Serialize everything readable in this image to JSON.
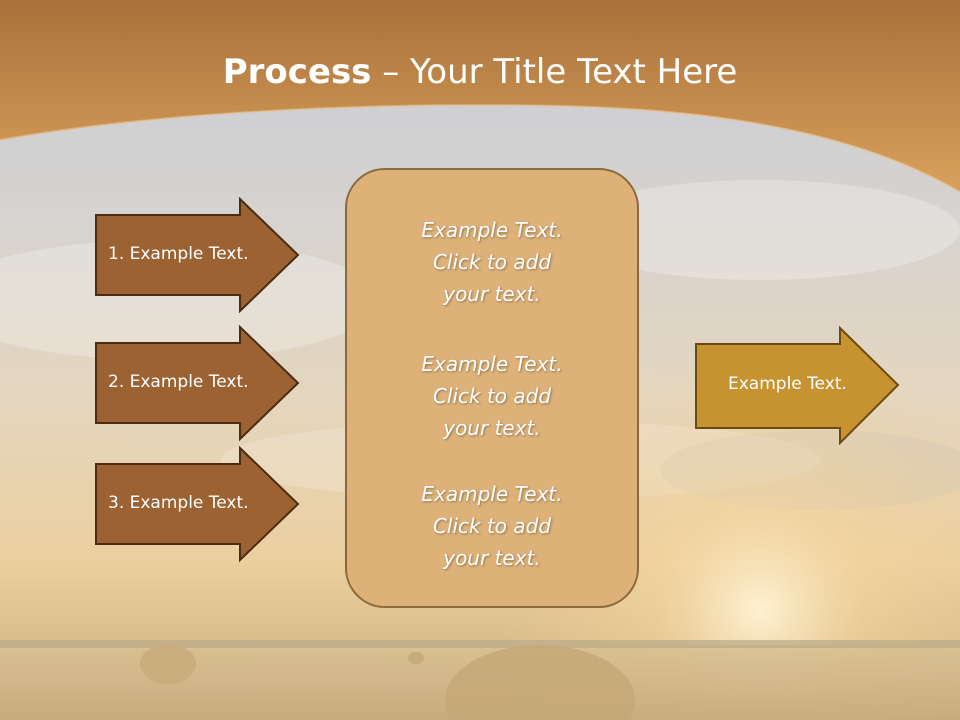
{
  "title": {
    "bold": "Process",
    "rest": " – Your Title Text Here"
  },
  "left_arrows": [
    {
      "label": "1. Example Text."
    },
    {
      "label": "2. Example Text."
    },
    {
      "label": "3. Example Text."
    }
  ],
  "center_box": {
    "blocks": [
      {
        "lines": [
          "Example Text.",
          "Click  to add",
          "your text."
        ]
      },
      {
        "lines": [
          "Example Text.",
          "Click  to add",
          "your text."
        ]
      },
      {
        "lines": [
          "Example Text.",
          "Click  to add",
          "your text."
        ]
      }
    ]
  },
  "right_arrow": {
    "label": "Example Text."
  },
  "colors": {
    "title_band": "#c98f4c",
    "left_arrow_fill": "#9c6232",
    "left_arrow_stroke": "#4a2c12",
    "center_fill": "#ddb178",
    "right_arrow_fill": "#c69330",
    "right_arrow_stroke": "#6a4a10"
  }
}
